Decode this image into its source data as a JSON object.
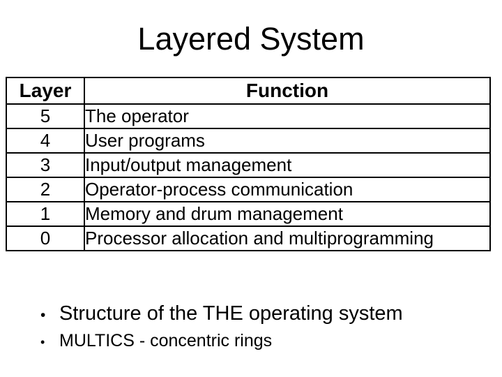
{
  "slide": {
    "title": "Layered System",
    "bullet_char": "•",
    "table": {
      "columns": [
        "Layer",
        "Function"
      ],
      "rows": [
        {
          "layer": "5",
          "function": "The operator"
        },
        {
          "layer": "4",
          "function": "User programs"
        },
        {
          "layer": "3",
          "function": "Input/output management"
        },
        {
          "layer": "2",
          "function": "Operator-process communication"
        },
        {
          "layer": "1",
          "function": "Memory and drum management"
        },
        {
          "layer": "0",
          "function": "Processor allocation and multiprogramming"
        }
      ]
    },
    "bullets": [
      "Structure of the THE operating system",
      "MULTICS - concentric rings"
    ]
  },
  "colors": {
    "background": "#ffffff",
    "text": "#000000",
    "table_border": "#000000"
  }
}
